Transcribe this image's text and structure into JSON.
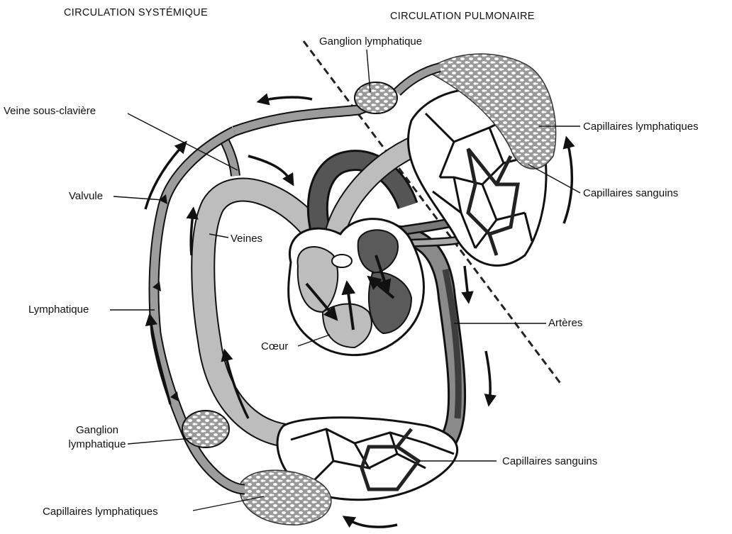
{
  "headers": {
    "systemic": "CIRCULATION SYSTÉMIQUE",
    "pulmonary": "CIRCULATION PULMONAIRE"
  },
  "labels": {
    "ganglion_top": "Ganglion lymphatique",
    "veine_sous_claviere": "Veine sous-clavière",
    "capillaires_lymph_right": "Capillaires lymphatiques",
    "capillaires_sanguins_right": "Capillaires sanguins",
    "valvule": "Valvule",
    "veines": "Veines",
    "lymphatique": "Lymphatique",
    "arteres": "Artères",
    "coeur": "Cœur",
    "ganglion_left_line1": "Ganglion",
    "ganglion_left_line2": "lymphatique",
    "capillaires_sanguins_bottom": "Capillaires sanguins",
    "capillaires_lymph_bottom": "Capillaires lymphatiques"
  },
  "colors": {
    "ink": "#111111",
    "venous_gray": "#b9b9b9",
    "lymph_gray": "#9c9c9c",
    "arterial_dark": "#3d3d3d",
    "node_fill": "#d8d8d8"
  }
}
